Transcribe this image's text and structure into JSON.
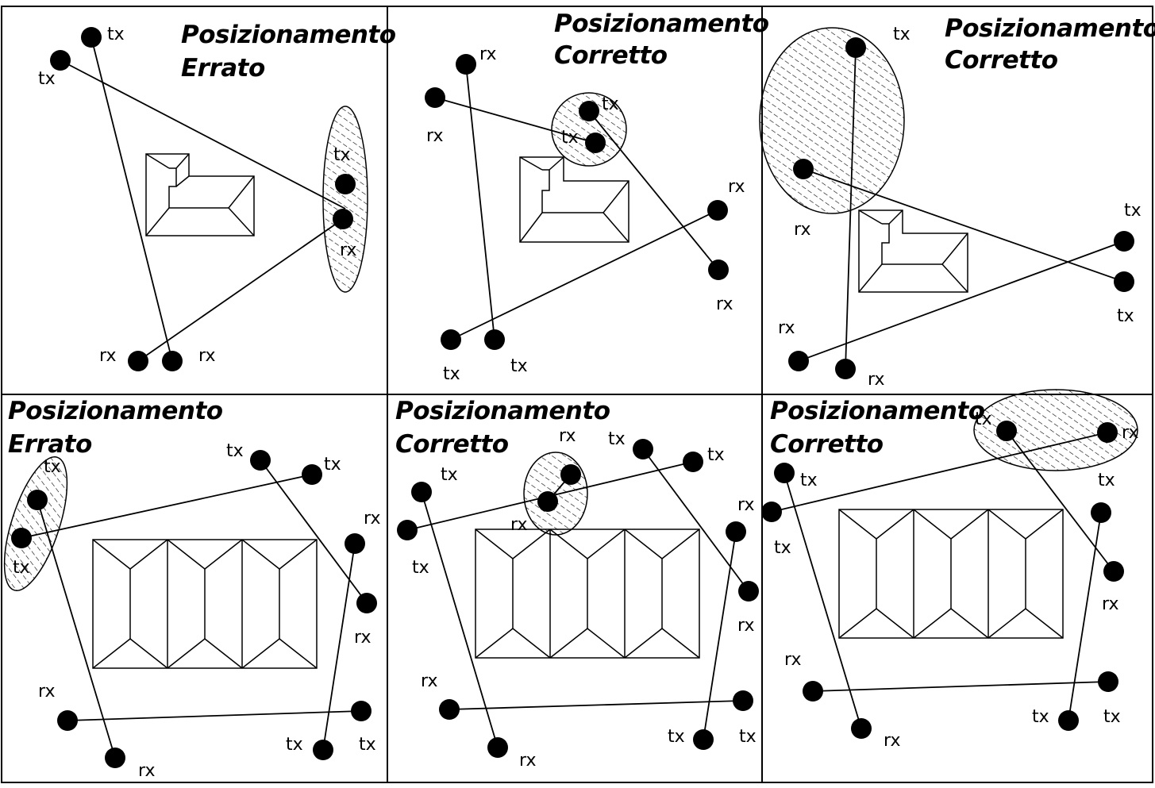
{
  "colors": {
    "background": "#ffffff",
    "ink": "#000000"
  },
  "panels": [
    {
      "id": "p1",
      "title_line1": "Posizionamento",
      "title_line2": "Errato"
    },
    {
      "id": "p2",
      "title_line1": "Posizionamento",
      "title_line2": "Corretto"
    },
    {
      "id": "p3",
      "title_line1": "Posizionamento",
      "title_line2": "Corretto"
    },
    {
      "id": "p4",
      "title_line1": "Posizionamento",
      "title_line2": "Errato"
    },
    {
      "id": "p5",
      "title_line1": "Posizionamento",
      "title_line2": "Corretto"
    },
    {
      "id": "p6",
      "title_line1": "Posizionamento",
      "title_line2": "Corretto"
    }
  ],
  "labels": {
    "tx": "tx",
    "rx": "rx"
  }
}
